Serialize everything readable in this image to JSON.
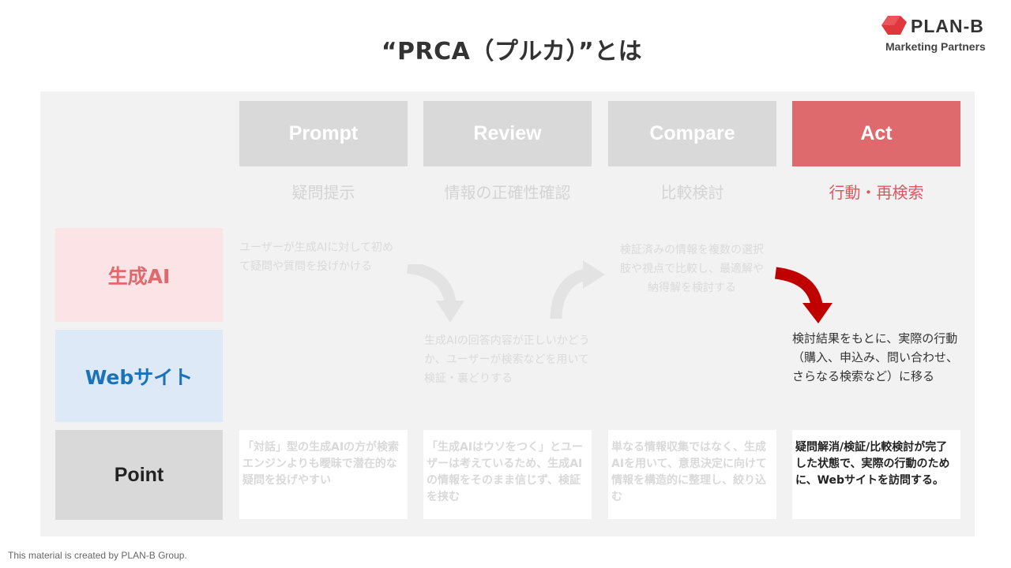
{
  "title": "“PRCA（プルカ）”とは",
  "logo": {
    "name": "PLAN-B",
    "subtitle": "Marketing Partners",
    "accent": "#e0363d"
  },
  "phases": [
    {
      "label": "Prompt",
      "subtitle": "疑問提示"
    },
    {
      "label": "Review",
      "subtitle": "情報の正確性確認"
    },
    {
      "label": "Compare",
      "subtitle": "比較検討"
    },
    {
      "label": "Act",
      "subtitle": "行動・再検索"
    }
  ],
  "rows": {
    "ai": "生成AI",
    "web": "Webサイト",
    "point": "Point"
  },
  "cells": {
    "prompt_ai": "ユーザーが生成AIに対して初めて疑問や質問を投げかける",
    "review_web": "生成AIの回答内容が正しいかどうか、ユーザーが検索などを用いて検証・裏どりする",
    "compare_ai": "検証済みの情報を複数の選択肢や視点で比較し、最適解や納得解を検討する",
    "act_web": "検討結果をもとに、実際の行動（購入、申込み、問い合わせ、さらなる検索など）に移る"
  },
  "points": [
    "「対話」型の生成AIの方が検索エンジンよりも曖昧で潜在的な疑問を投げやすい",
    "「生成AIはウソをつく」とユーザーは考えているため、生成AIの情報をそのまま信じず、検証を挟む",
    "単なる情報収集ではなく、生成AIを用いて、意思決定に向けて情報を構造的に整理し、絞り込む",
    "疑問解消/検証/比較検討が完了した状態で、実際の行動のために、Webサイトを訪問する。"
  ],
  "colors": {
    "accent_red": "#df6a6d",
    "arrow_red": "#c00000",
    "inactive_gray": "#d9d9d9",
    "web_blue": "#1a73b8"
  },
  "footer": "This material is created by PLAN-B Group."
}
